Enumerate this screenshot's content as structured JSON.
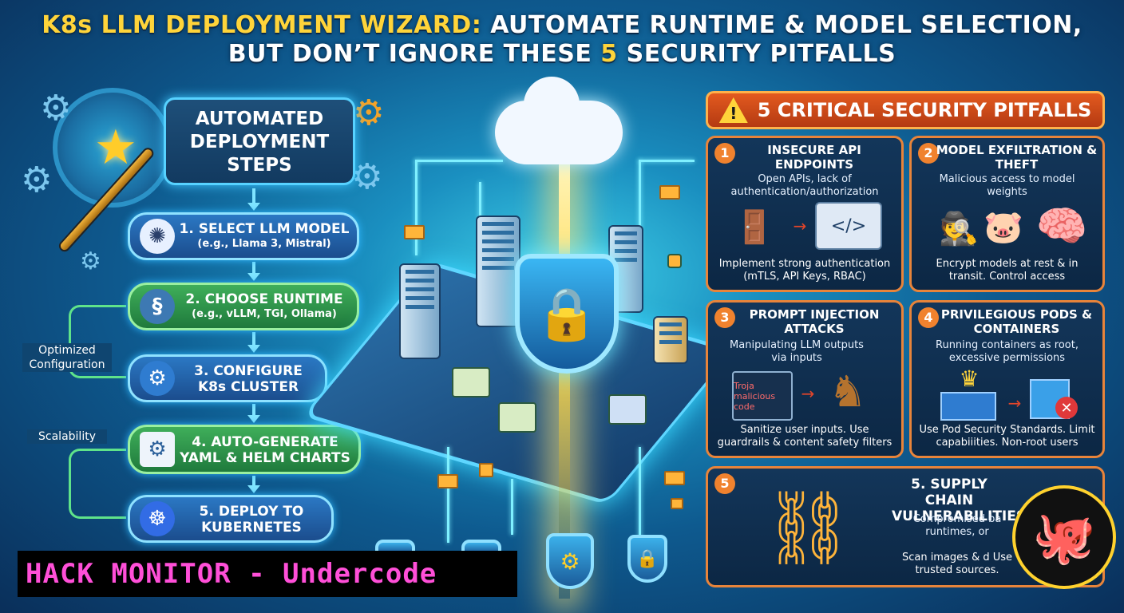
{
  "title": {
    "line1_accent": "K8s LLM DEPLOYMENT WIZARD:",
    "line1_rest": " AUTOMATE RUNTIME & MODEL SELECTION,",
    "line2_pre": "BUT DON’T IGNORE THESE ",
    "line2_num": "5",
    "line2_post": " SECURITY PITFALLS"
  },
  "left": {
    "heading": "AUTOMATED DEPLOYMENT STEPS",
    "label_optimized": "Optimized Configuration",
    "label_scalability": "Scalability",
    "steps": [
      {
        "title": "1. SELECT LLM MODEL",
        "sub": "(e.g., Llama 3, Mistral)",
        "icon": "openai-knot-icon"
      },
      {
        "title": "2. CHOOSE RUNTIME",
        "sub": "(e.g., vLLM, TGI, Ollama)",
        "icon": "python-icon"
      },
      {
        "title": "3. CONFIGURE",
        "sub": "K8s CLUSTER",
        "icon": "gear-icon"
      },
      {
        "title": "4. AUTO-GENERATE",
        "sub": "YAML & HELM CHARTS",
        "icon": "document-gear-icon"
      },
      {
        "title": "5. DEPLOY TO",
        "sub": "KUBERNETES",
        "icon": "kubernetes-wheel-icon"
      }
    ]
  },
  "pitfalls": {
    "heading": "5 CRITICAL SECURITY PITFALLS",
    "cards": [
      {
        "num": "1",
        "title": "INSECURE API ENDPOINTS",
        "desc": "Open APIs, lack of authentication/authorization",
        "fix": "Implement strong authentication (mTLS, API Keys, RBAC)"
      },
      {
        "num": "2",
        "title": "MODEL EXFILTRATION & THEFT",
        "desc": "Malicious access to model weights",
        "fix": "Encrypt models at rest & in transit. Control access"
      },
      {
        "num": "3",
        "title": "PROMPT INJECTION ATTACKS",
        "desc": "Manipulating LLM outputs via inputs",
        "fix": "Sanitize user inputs. Use guardrails & content safety filters",
        "screen_text": "Troja malicious code"
      },
      {
        "num": "4",
        "title": "PRIVILEGIOUS PODS & CONTAINERS",
        "desc": "Running containers as root, excessive permissions",
        "fix": "Use Pod Security Standards. Limit capabiiities. Non-root users"
      },
      {
        "num": "5",
        "title": "5. SUPPLY CHAIN VULNERABILITIES",
        "desc": "Compromised ba runtimes, or",
        "fix": "Scan images & d Use trusted sources."
      }
    ]
  },
  "watermark": "HACK MONITOR - Undercode",
  "colors": {
    "accent_yellow": "#ffd43a",
    "pitfall_orange": "#e35a1f",
    "watermark_pink": "#ff4fd8",
    "glow_cyan": "#3ec8ff"
  }
}
